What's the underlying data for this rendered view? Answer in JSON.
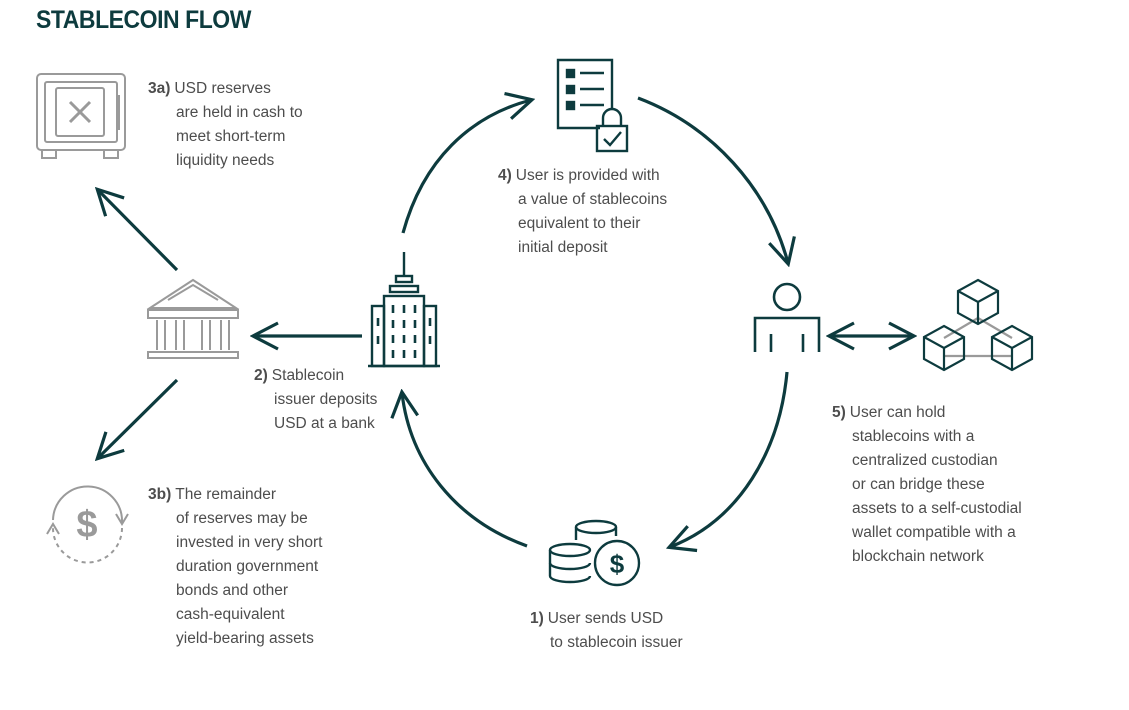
{
  "title": "STABLECOIN FLOW",
  "colors": {
    "dark_teal": "#0d3b3e",
    "gray_icon": "#9a9a9a",
    "text": "#4d4d4d"
  },
  "steps": {
    "s1": {
      "num": "1)",
      "lines": [
        "User sends USD",
        "to stablecoin issuer"
      ]
    },
    "s2": {
      "num": "2)",
      "lines": [
        "Stablecoin",
        "issuer deposits",
        "USD at a bank"
      ]
    },
    "s3a": {
      "num": "3a)",
      "lines": [
        "USD reserves",
        "are held in cash to",
        "meet short-term",
        "liquidity needs"
      ]
    },
    "s3b": {
      "num": "3b)",
      "lines": [
        "The remainder",
        "of reserves may be",
        "invested in very short",
        "duration government",
        "bonds and other",
        "cash-equivalent",
        "yield-bearing assets"
      ]
    },
    "s4": {
      "num": "4)",
      "lines": [
        "User is provided with",
        "a value of stablecoins",
        "equivalent to their",
        "initial deposit"
      ]
    },
    "s5": {
      "num": "5)",
      "lines": [
        "User can hold",
        "stablecoins with a",
        "centralized custodian",
        "or can bridge these",
        "assets to a self-custodial",
        "wallet compatible with a",
        "blockchain network"
      ]
    }
  },
  "icons": [
    "safe-icon",
    "bank-icon",
    "dollar-cycle-icon",
    "office-building-icon",
    "document-lock-icon",
    "user-icon",
    "blockchain-cubes-icon",
    "coins-dollar-icon"
  ]
}
